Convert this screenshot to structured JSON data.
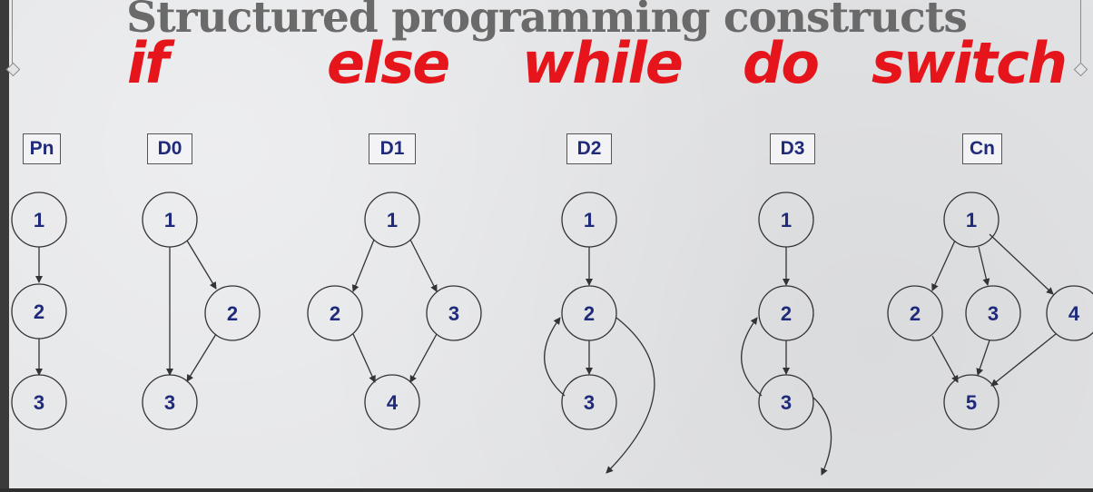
{
  "slide": {
    "title": "Structured programming constructs"
  },
  "handwritten": {
    "if": "if",
    "else": "else",
    "while": "while",
    "do": "do",
    "switch": "switch"
  },
  "graphs": [
    {
      "label": "Pn",
      "nodes": [
        "1",
        "2",
        "3"
      ]
    },
    {
      "label": "D0",
      "nodes": [
        "1",
        "2",
        "3"
      ]
    },
    {
      "label": "D1",
      "nodes": [
        "1",
        "2",
        "3",
        "4"
      ]
    },
    {
      "label": "D2",
      "nodes": [
        "1",
        "2",
        "3"
      ]
    },
    {
      "label": "D3",
      "nodes": [
        "1",
        "2",
        "3"
      ]
    },
    {
      "label": "Cn",
      "nodes": [
        "1",
        "2",
        "3",
        "4",
        "5"
      ]
    }
  ],
  "colors": {
    "handwriting": "#e5151b",
    "node_text": "#1f2a7a",
    "title": "#6a6a6a"
  }
}
